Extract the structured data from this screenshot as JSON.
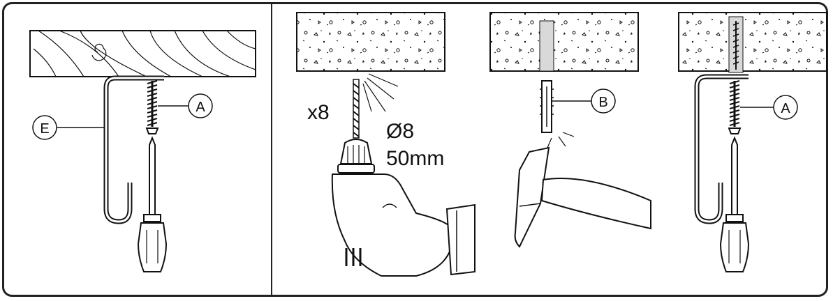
{
  "labels": {
    "part_A": "A",
    "part_B": "B",
    "part_E": "E",
    "quantity": "x8",
    "drill_diameter": "Ø8",
    "drill_depth": "50mm"
  },
  "colors": {
    "stroke": "#111111",
    "frame": "#222222",
    "plug": "#d9d9d9"
  },
  "icons": [
    "wood-beam-icon",
    "concrete-ceiling-icon",
    "hook-bracket-icon",
    "screw-icon",
    "screwdriver-icon",
    "drill-icon",
    "hammer-icon",
    "wall-plug-icon"
  ]
}
